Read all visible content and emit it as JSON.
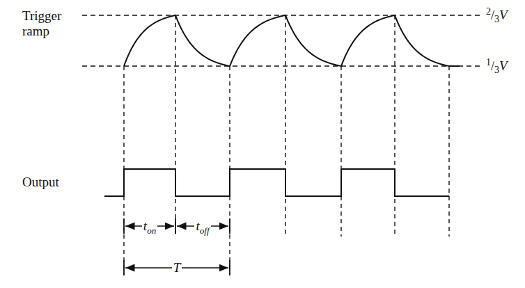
{
  "diagram": {
    "labels": [
      "Trigger ramp",
      "Output",
      "2/3V",
      "1/3V",
      "ton",
      "toff",
      "T"
    ]
  }
}
